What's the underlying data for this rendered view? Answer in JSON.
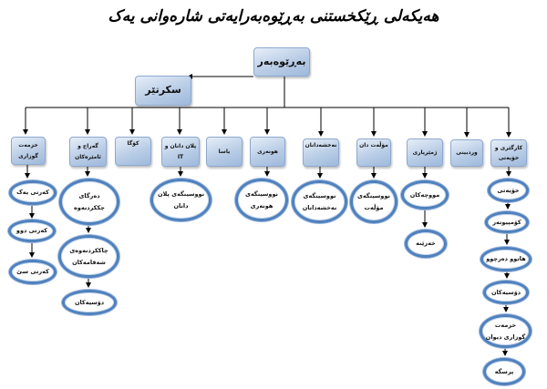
{
  "title": "هەیکەلی ڕێکخستنی بەڕێوەبەرایەتی شارەوانی یەک",
  "manager": "بەڕێوەبەر",
  "secretary": "سکرتێر",
  "departments": [
    {
      "label": "خزمەت گوزاری",
      "units": [
        "کەرتی یەک",
        "کەرتی دوو",
        "کەرتی سێ"
      ]
    },
    {
      "label": "گەراج و ئامێرەکان",
      "units": [
        "دەرگای چککردنەوە",
        "چاککردنەوەی شەقامەکان",
        "دۆسیەکان"
      ]
    },
    {
      "label": "کۆگا",
      "units": []
    },
    {
      "label": "پلان دانان و IT",
      "units": [
        "نووسینگەی پلان دانان"
      ]
    },
    {
      "label": "یاسا",
      "units": []
    },
    {
      "label": "هونەری",
      "units": [
        "نووسینگەی هونەری"
      ]
    },
    {
      "label": "نەخشەدانان",
      "units": [
        "نووسینگەی نەخشەدانان"
      ]
    },
    {
      "label": "مۆڵەت دان",
      "units": [
        "نووسینگەی مۆڵەت"
      ]
    },
    {
      "label": "ژمێریاری",
      "units": [
        "مووچەکان",
        "خەزێنە"
      ]
    },
    {
      "label": "وردبینی",
      "units": []
    },
    {
      "label": "کارگێری و خۆیەتی",
      "units": [
        "خۆیەتی",
        "کۆمپیوتەر",
        "هاتوو دەرچوو",
        "دۆسیەکان",
        "خزمەت گوزاری دیوان",
        "پرسگە"
      ]
    }
  ]
}
